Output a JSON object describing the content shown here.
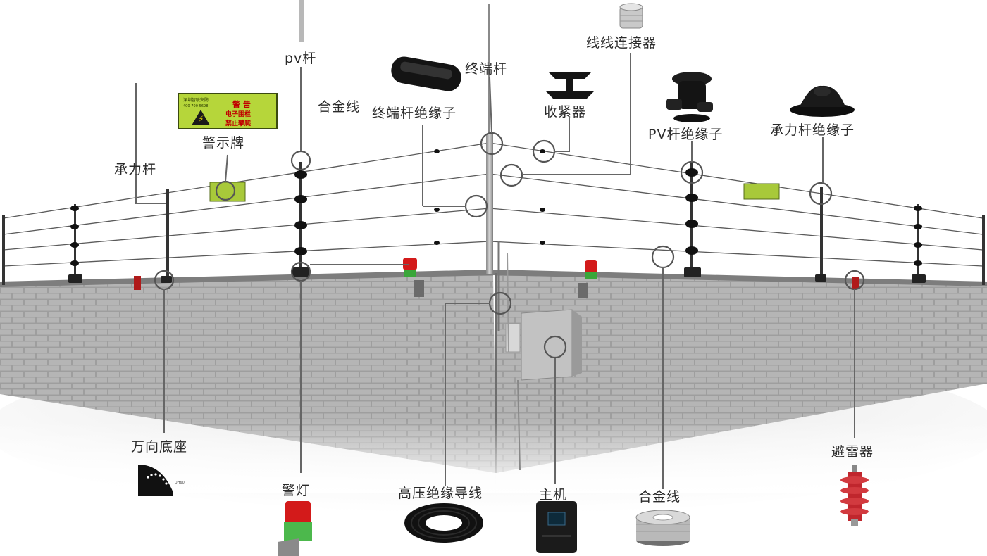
{
  "labels": {
    "pv_pole": "pv杆",
    "terminal_pole": "终端杆",
    "wire_connector": "线线连接器",
    "alloy_wire_top": "合金线",
    "terminal_insulator": "终端杆绝缘子",
    "tensioner": "收紧器",
    "pv_insulator": "PV杆绝缘子",
    "load_insulator": "承力杆绝缘子",
    "warning_sign": "警示牌",
    "load_pole": "承力杆",
    "universal_base": "万向底座",
    "warning_light": "警灯",
    "hv_cable": "高压绝缘导线",
    "host": "主机",
    "alloy_wire_bottom": "合金线",
    "arrester": "避雷器"
  },
  "sign": {
    "title": "警 告",
    "line1": "电子围栏",
    "line2": "禁止攀爬",
    "brand": "深圳智联安防",
    "phone": "400-700-5698"
  },
  "base_tag": "UH60",
  "colors": {
    "wall": "#a9a9a9",
    "sign": "#b6d63a",
    "light_red": "#d31a1a",
    "light_green": "#3aa63a",
    "arrester_red": "#c0262d"
  }
}
